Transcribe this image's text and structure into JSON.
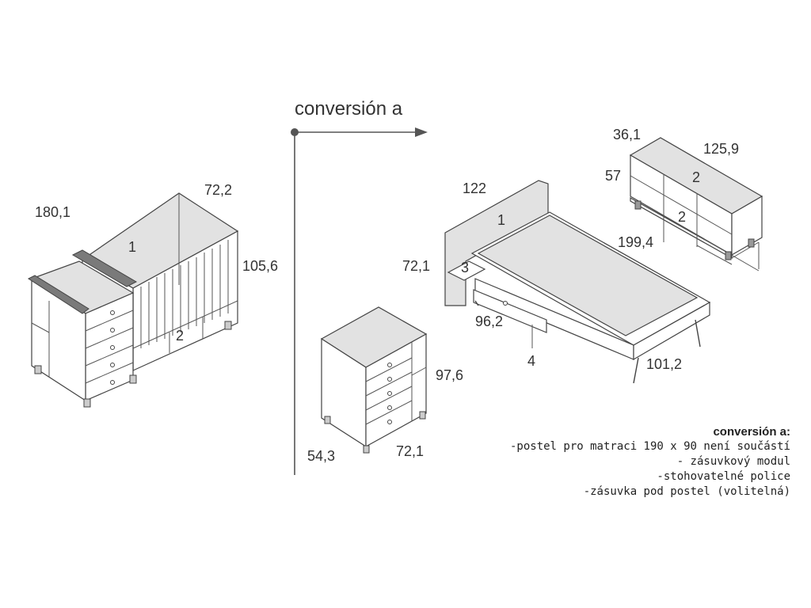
{
  "title": "conversión a",
  "crib": {
    "width": "180,1",
    "depth": "72,2",
    "height": "105,6",
    "label_module": "1",
    "label_drawer": "2"
  },
  "chest": {
    "height": "97,6",
    "depth": "54,3",
    "width": "72,1"
  },
  "bed": {
    "headboard_width": "122",
    "headboard_height": "72,1",
    "length": "199,4",
    "width": "101,2",
    "drawer_width": "96,2",
    "label_headboard": "1",
    "label_shelf": "3",
    "label_drawer": "4"
  },
  "shelves": {
    "depth": "36,1",
    "width": "125,9",
    "height": "57",
    "label_top": "2",
    "label_bottom": "2"
  },
  "notes": {
    "heading": "conversión a:",
    "lines": [
      "-postel pro matraci 190 x 90 není součástí",
      "- zásuvkový modul",
      "-stohovatelné police",
      "-zásuvka pod postel (volitelná)"
    ]
  }
}
